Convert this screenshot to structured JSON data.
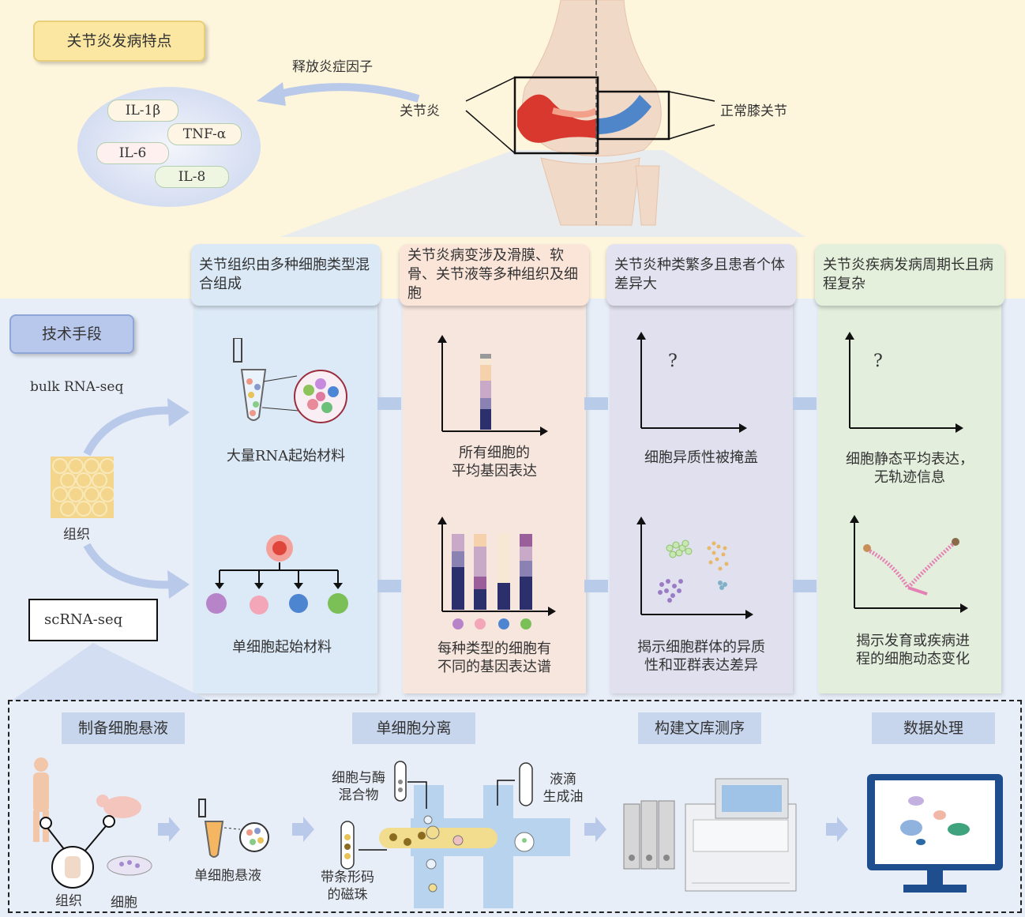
{
  "top": {
    "title": "关节炎发病特点",
    "release_label": "释放炎症因子",
    "arthritis_label": "关节炎",
    "normal_label": "正常膝关节",
    "cytokines": [
      "IL-1β",
      "TNF-α",
      "IL-6",
      "IL-8"
    ]
  },
  "left": {
    "methods_title": "技术手段",
    "bulk_label": "bulk RNA-seq",
    "tissue_label": "组织",
    "sc_label": "scRNA-seq"
  },
  "columns": [
    {
      "header": "关节组织由多种细胞类型混合组成",
      "cap_top": "大量RNA起始材料",
      "cap_bottom": "单细胞起始材料"
    },
    {
      "header": "关节炎病变涉及滑膜、软骨、关节液等多种组织及细胞",
      "cap_top": "所有细胞的\n平均基因表达",
      "cap_bottom": "每种类型的细胞有\n不同的基因表达谱"
    },
    {
      "header": "关节炎种类繁多且患者个体差异大",
      "cap_top": "细胞异质性被掩盖",
      "cap_bottom": "揭示细胞群体的异质\n性和亚群表达差异"
    },
    {
      "header": "关节炎疾病发病周期长且病程复杂",
      "cap_top": "细胞静态平均表达，\n无轨迹信息",
      "cap_bottom": "揭示发育或疾病进\n程的细胞动态变化"
    }
  ],
  "workflow": {
    "steps": [
      "制备细胞悬液",
      "单细胞分离",
      "构建文库测序",
      "数据处理"
    ],
    "tissue": "组织",
    "cell": "细胞",
    "suspension": "单细胞悬液",
    "mix": "细胞与酶\n混合物",
    "beads": "带条形码\n的磁珠",
    "oil": "液滴\n生成油"
  },
  "colors": {
    "col1": "#dce9f6",
    "col2": "#f7e6de",
    "col3": "#e1e0ee",
    "col4": "#e3eedd",
    "hdr1": "#dbe9f7",
    "hdr2": "#fbe5d9",
    "hdr3": "#e3e2f0",
    "hdr4": "#e4f0dc"
  }
}
